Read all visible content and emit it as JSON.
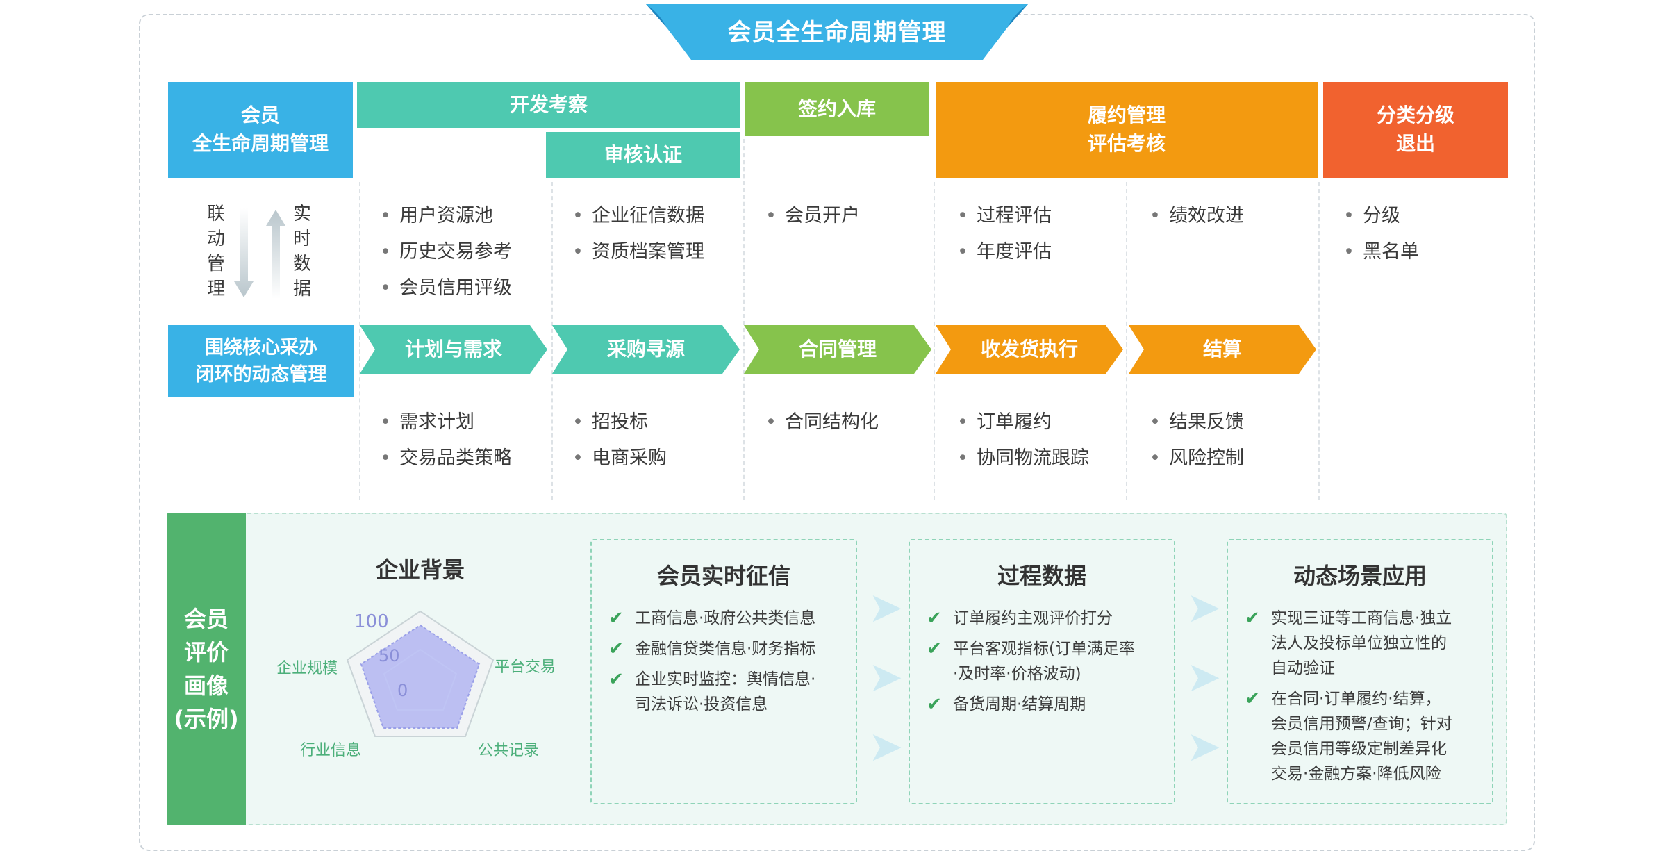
{
  "banner": {
    "title": "会员全生命周期管理"
  },
  "stages": [
    {
      "label": "会员\n全生命周期管理",
      "color": "#39b2e6"
    },
    {
      "label": "开发考察",
      "color": "#4ec9b0"
    },
    {
      "label": "审核认证",
      "color": "#4ec9b0"
    },
    {
      "label": "签约入库",
      "color": "#86c34c"
    },
    {
      "label": "履约管理\n评估考核",
      "color": "#f39a10"
    },
    {
      "label": "分类分级\n退出",
      "color": "#f1622f"
    }
  ],
  "side_flow": {
    "left": "联\n动\n管\n理",
    "right": "实\n时\n数\n据"
  },
  "core_box": {
    "label": "围绕核心采办\n闭环的动态管理"
  },
  "top_lists": {
    "dev": [
      "用户资源池",
      "历史交易参考",
      "会员信用评级"
    ],
    "audit": [
      "企业征信数据",
      "资质档案管理"
    ],
    "sign": [
      "会员开户"
    ],
    "perf_a": [
      "过程评估",
      "年度评估"
    ],
    "perf_b": [
      "绩效改进"
    ],
    "exit": [
      "分级",
      "黑名单"
    ]
  },
  "flow": [
    {
      "label": "计划与需求",
      "color": "#4ec9b0"
    },
    {
      "label": "采购寻源",
      "color": "#4ec9b0"
    },
    {
      "label": "合同管理",
      "color": "#86c34c"
    },
    {
      "label": "收发货执行",
      "color": "#f39a10"
    },
    {
      "label": "结算",
      "color": "#f39a10"
    }
  ],
  "bottom_lists": {
    "plan": [
      "需求计划",
      "交易品类策略"
    ],
    "source": [
      "招投标",
      "电商采购"
    ],
    "contract": [
      "合同结构化"
    ],
    "exec": [
      "订单履约",
      "协同物流跟踪"
    ],
    "settle": [
      "结果反馈",
      "风险控制"
    ]
  },
  "evaluation": {
    "side_label": "会员\n评价\n画像\n(示例)",
    "radar": {
      "title": "企业背景",
      "axes": [
        "平台交易",
        "公共记录",
        "行业信息",
        "企业规模"
      ],
      "ticks": [
        "100",
        "50",
        "0"
      ]
    },
    "cards": [
      {
        "title": "会员实时征信",
        "items": [
          "工商信息·政府公共类信息",
          "金融信贷类信息·财务指标",
          "企业实时监控：舆情信息·\n司法诉讼·投资信息"
        ]
      },
      {
        "title": "过程数据",
        "items": [
          "订单履约主观评价打分",
          "平台客观指标(订单满足率\n·及时率·价格波动)",
          "备货周期·结算周期"
        ]
      },
      {
        "title": "动态场景应用",
        "items": [
          "实现三证等工商信息·独立\n法人及投标单位独立性的\n自动验证",
          "在合同·订单履约·结算，\n会员信用预警/查询；针对\n会员信用等级定制差异化\n交易·金融方案·降低风险"
        ]
      }
    ]
  }
}
